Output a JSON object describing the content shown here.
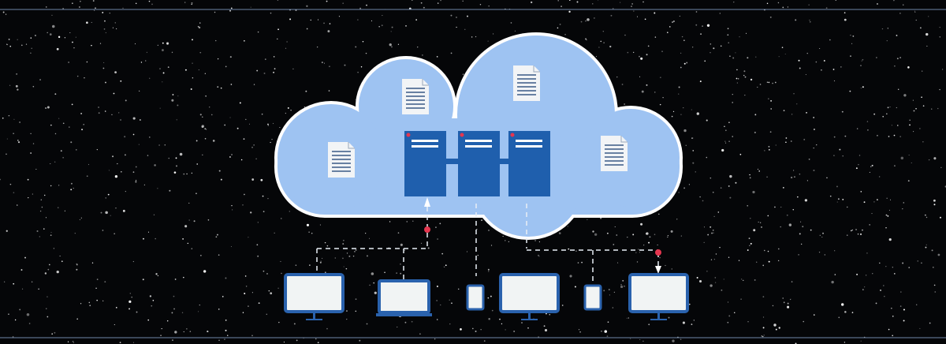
{
  "colors": {
    "background": "#050608",
    "cloud_fill": "#9ec3f2",
    "cloud_outline": "#ffffff",
    "server": "#1f5fad",
    "device_frame": "#2a62ad",
    "device_screen": "#f1f4f4",
    "indicator": "#e5364f",
    "document": "#f2f4f6",
    "document_lines": "#3a5a86",
    "frame_line": "#6e86a8"
  },
  "illustration": {
    "servers": 3,
    "documents": 4,
    "devices": [
      "monitor",
      "laptop",
      "phone",
      "monitor",
      "phone",
      "monitor"
    ]
  }
}
